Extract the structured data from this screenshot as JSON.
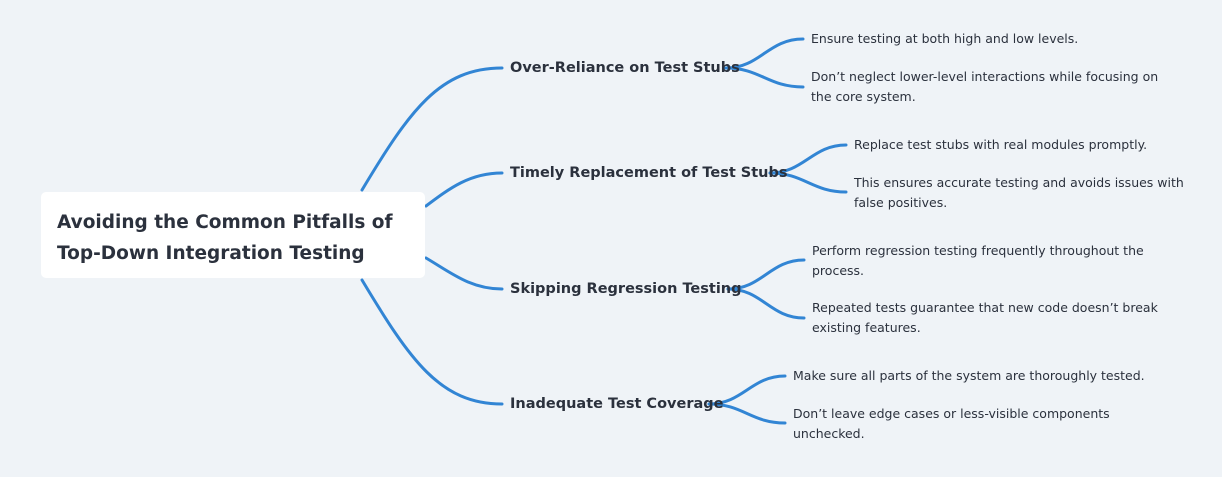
{
  "root": {
    "title": "Avoiding the Common Pitfalls of Top-Down Integration Testing"
  },
  "branches": [
    {
      "label": "Over-Reliance on Test Stubs",
      "leaves": [
        "Ensure testing at both high and low levels.",
        "Don’t neglect lower-level interactions while focusing on the core system."
      ]
    },
    {
      "label": "Timely Replacement of Test Stubs",
      "leaves": [
        "Replace test stubs with real modules promptly.",
        "This ensures accurate testing and avoids issues with false positives."
      ]
    },
    {
      "label": "Skipping Regression Testing",
      "leaves": [
        "Perform regression testing frequently throughout the process.",
        "Repeated tests guarantee that new code doesn’t break existing features."
      ]
    },
    {
      "label": "Inadequate Test Coverage",
      "leaves": [
        "Make sure all parts of the system are thoroughly tested.",
        "Don’t leave edge cases or less-visible components unchecked."
      ]
    }
  ],
  "colors": {
    "background": "#eff3f7",
    "connector": "#3285d4",
    "card": "#ffffff",
    "text": "#2b313d"
  }
}
